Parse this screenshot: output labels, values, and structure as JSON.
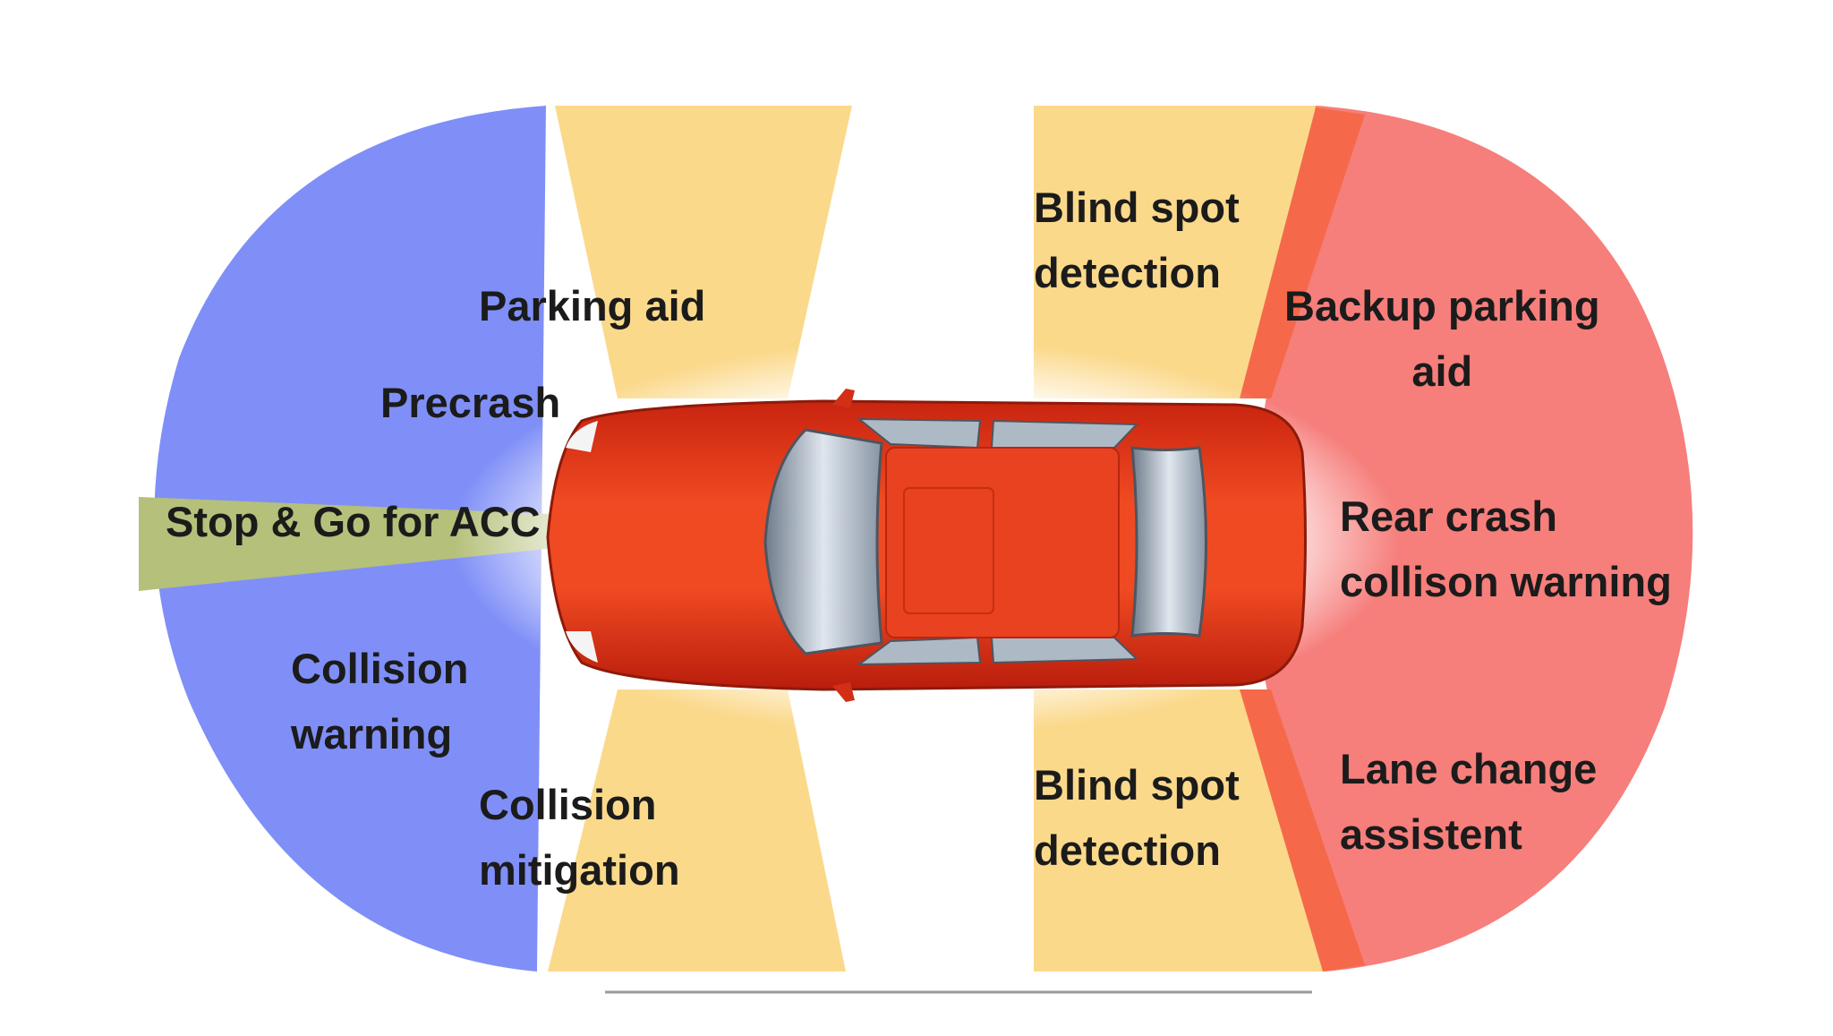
{
  "colors": {
    "front_zone": "#7f8ff7",
    "side_zone": "#fbd98b",
    "rear_zone": "#f67e7b",
    "rear_wedge": "#f5694a",
    "acc_beam": "#b5c07a",
    "car_body": "#e6321b",
    "car_glass": "#aeb9c6",
    "background": "#ffffff"
  },
  "labels": {
    "parking_aid": [
      "Parking aid"
    ],
    "precrash": [
      "Precrash"
    ],
    "stop_go_acc": [
      "Stop & Go for ACC"
    ],
    "collision_warning": [
      "Collision",
      "warning"
    ],
    "collision_mitigation": [
      "Collision",
      "mitigation"
    ],
    "blind_spot_top": [
      "Blind spot",
      "detection"
    ],
    "backup_parking_aid": [
      "Backup parking",
      "aid"
    ],
    "rear_crash_warning": [
      "Rear crash",
      "collison warning"
    ],
    "blind_spot_bottom": [
      "Blind spot",
      "detection"
    ],
    "lane_change_assistent": [
      "Lane change",
      "assistent"
    ]
  }
}
